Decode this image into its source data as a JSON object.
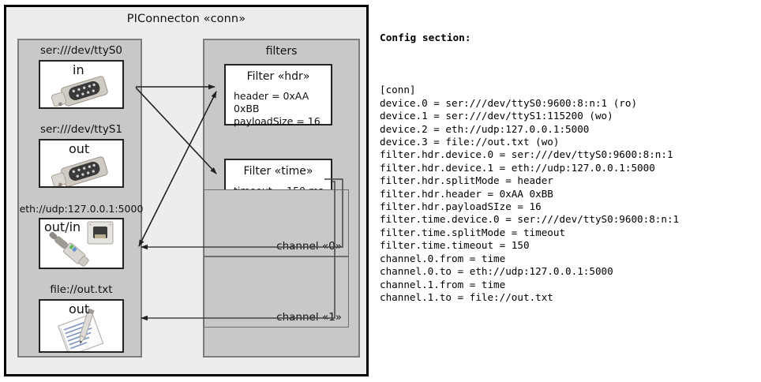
{
  "diagram": {
    "title": "PIConnecton «conn»",
    "devices_panel": {
      "name": "devices",
      "items": [
        {
          "label": "ser:///dev/ttyS0",
          "io": "in",
          "icon": "serial-port-icon"
        },
        {
          "label": "ser:///dev/ttyS1",
          "io": "out",
          "icon": "serial-port-icon"
        },
        {
          "label": "eth://udp:127.0.0.1:5000",
          "io": "out/in",
          "icon": "ethernet-jack-icon"
        },
        {
          "label": "file://out.txt",
          "io": "out",
          "icon": "document-pencil-icon"
        }
      ]
    },
    "filters_panel": {
      "title": "filters",
      "filters": [
        {
          "title": "Filter «hdr»",
          "props": [
            "header = 0xAA 0xBB",
            "payloadSize = 16"
          ]
        },
        {
          "title": "Filter «time»",
          "props": [
            "timeout = 150 ms"
          ]
        }
      ],
      "channels": [
        {
          "label": "channel «0»"
        },
        {
          "label": "channel «1»"
        }
      ]
    }
  },
  "config": {
    "heading": "Config section:",
    "lines": [
      "[conn]",
      "device.0 = ser:///dev/ttyS0:9600:8:n:1 (ro)",
      "device.1 = ser:///dev/ttyS1:115200 (wo)",
      "device.2 = eth://udp:127.0.0.1:5000",
      "device.3 = file://out.txt (wo)",
      "filter.hdr.device.0 = ser:///dev/ttyS0:9600:8:n:1",
      "filter.hdr.device.1 = eth://udp:127.0.0.1:5000",
      "filter.hdr.splitMode = header",
      "filter.hdr.header = 0xAA 0xBB",
      "filter.hdr.payloadSIze = 16",
      "filter.time.device.0 = ser:///dev/ttyS0:9600:8:n:1",
      "filter.time.splitMode = timeout",
      "filter.time.timeout = 150",
      "channel.0.from = time",
      "channel.0.to = eth://udp:127.0.0.1:5000",
      "channel.1.from = time",
      "channel.1.to = file://out.txt"
    ]
  },
  "colors": {
    "panel_fill": "#c8c8c8",
    "outer_fill": "#ededed",
    "border": "#000000",
    "panel_border": "#7d7d7d"
  }
}
